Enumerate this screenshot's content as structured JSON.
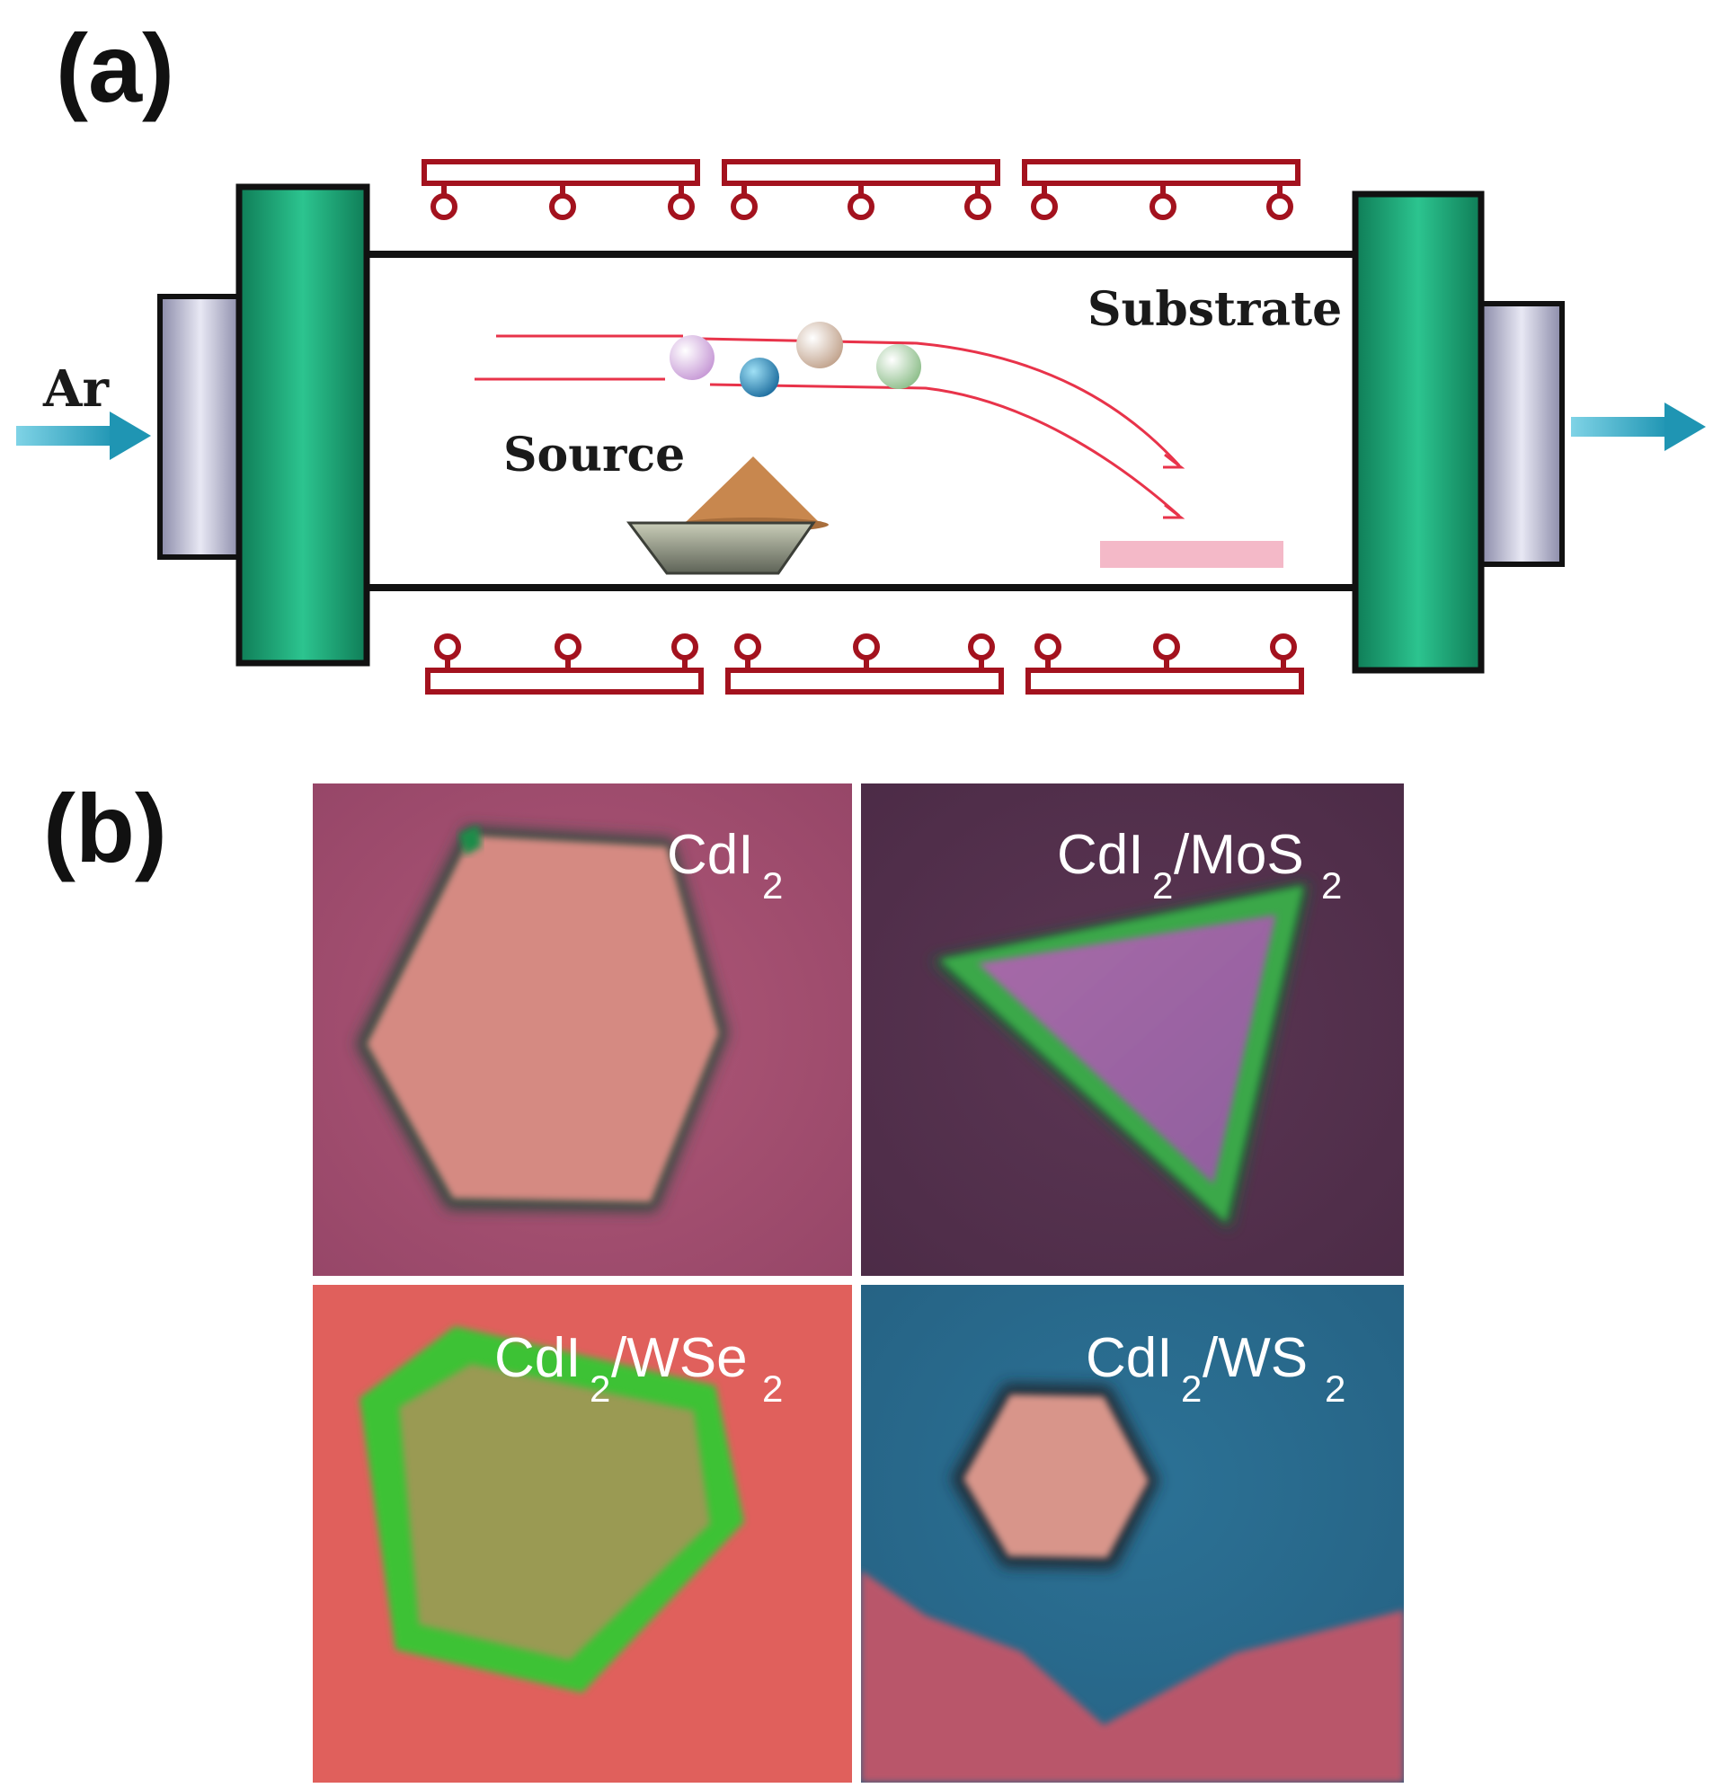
{
  "panel_a": {
    "label": "(a)",
    "gas_in": "Ar",
    "source_label": "Source",
    "substrate_label": "Substrate"
  },
  "panel_b": {
    "label": "(b)",
    "images": [
      {
        "formula": "CdI2",
        "parts": [
          "CdI",
          "2"
        ]
      },
      {
        "formula": "CdI2/MoS2",
        "parts": [
          "CdI",
          "2",
          "/MoS",
          "2"
        ]
      },
      {
        "formula": "CdI2/WSe2",
        "parts": [
          "CdI",
          "2",
          "/WSe",
          "2"
        ]
      },
      {
        "formula": "CdI2/WS2",
        "parts": [
          "CdI",
          "2",
          "/WS",
          "2"
        ]
      }
    ]
  },
  "colors": {
    "flange": "#1fa97a",
    "heater": "#a3121e",
    "tube": "#111111",
    "arrow": "#2aa6c0",
    "source_powder": "#c8874e",
    "substrate": "#f4b9c8"
  }
}
